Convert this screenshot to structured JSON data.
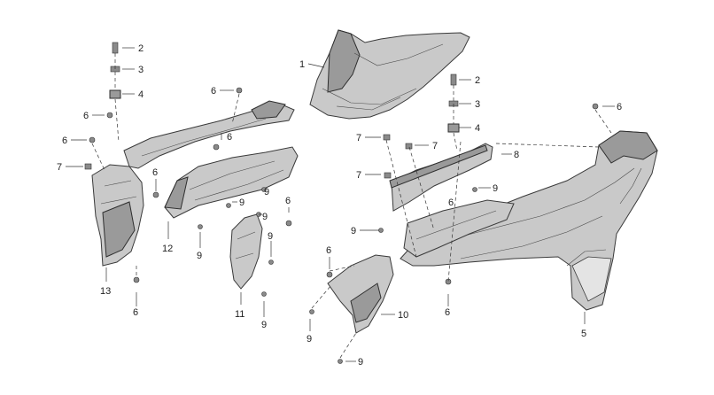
{
  "callouts": {
    "c1": "1",
    "c2a": "2",
    "c2b": "2",
    "c3a": "3",
    "c3b": "3",
    "c4a": "4",
    "c4b": "4",
    "c5": "5",
    "c6a": "6",
    "c6b": "6",
    "c6c": "6",
    "c6d": "6",
    "c6e": "6",
    "c6f": "6",
    "c6g": "6",
    "c6h": "6",
    "c6i": "6",
    "c6j": "6",
    "c6k": "6",
    "c7a": "7",
    "c7b": "7",
    "c7c": "7",
    "c7d": "7",
    "c8": "8",
    "c9a": "9",
    "c9b": "9",
    "c9c": "9",
    "c9d": "9",
    "c9e": "9",
    "c9f": "9",
    "c9g": "9",
    "c9h": "9",
    "c9i": "9",
    "c9j": "9",
    "c10": "10",
    "c11": "11",
    "c12": "12",
    "c13": "13"
  }
}
